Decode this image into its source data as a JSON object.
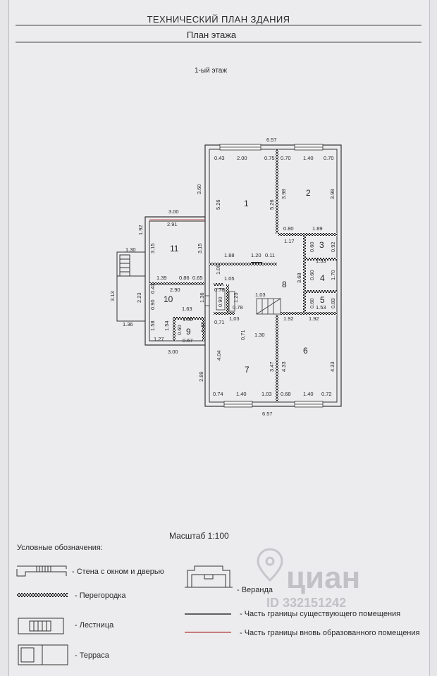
{
  "header": {
    "title": "ТЕХНИЧЕСКИЙ ПЛАН ЗДАНИЯ",
    "subtitle": "План этажа",
    "floor": "1-ый этаж"
  },
  "scale": "Масштаб 1:100",
  "legend": {
    "title": "Условные обозначения:",
    "items": {
      "wall": "- Стена с окном и дверью",
      "partition": "- Перегородка",
      "stairs": "- Лестница",
      "terrace": "- Терраса",
      "veranda": "- Веранда",
      "existing_border": "- Часть границы существующего помещения",
      "new_border": "- Часть границы вновь образованного помещения"
    }
  },
  "watermark": {
    "brand": "циан",
    "id": "ID 332151242"
  },
  "rooms": {
    "r1": "1",
    "r2": "2",
    "r3": "3",
    "r4": "4",
    "r5": "5",
    "r6": "6",
    "r7": "7",
    "r8": "8",
    "r9": "9",
    "r10": "10",
    "r11": "11"
  },
  "dims": {
    "top_total": "6.57",
    "bottom_total": "6.57",
    "top_a": "0.43",
    "top_b": "2.00",
    "top_c": "0.75",
    "top_d": "0.70",
    "top_e": "1.40",
    "top_f": "0.70",
    "left_360": "3.60",
    "r1_left": "5.26",
    "r1_right": "5.26",
    "r2_left": "3.98",
    "r2_right": "3.98",
    "r3_top_a": "0.80",
    "r3_top_b": "1.89",
    "r3_h": "0.60",
    "r3_w": "0.92",
    "r8_117": "1.17",
    "r4_w": "1.53",
    "r8_368": "3.68",
    "r4_h1": "0.60",
    "r4_h2": "1.70",
    "r5_h1": "0.60",
    "r5_w": "1.53",
    "r5_h2": "0.83",
    "r11_top": "3.00",
    "r11_in": "2.91",
    "r11_192": "1.92",
    "r11_l": "3.15",
    "r11_r": "3.15",
    "r1_bot_a": "1.88",
    "r1_bot_b": "1.20",
    "r1_bot_c": "0.11",
    "stair_w": "1.30",
    "c139": "1.39",
    "c086": "0.86",
    "c065": "0.65",
    "c100": "1.00",
    "c105": "1.05",
    "c290": "2.90",
    "c078a": "0.78",
    "c103a": "1,03",
    "c313": "3.13",
    "c223": "2.23",
    "c090": "0.90",
    "c043": "0.43",
    "c136v": "1.36",
    "c090b": "0.90",
    "c123": "1.23",
    "c078b": "0.78",
    "c163": "1.63",
    "c156": "1.56",
    "c071a": "0,71",
    "c103b": "1,03",
    "c071b": "0,71",
    "c130": "1.30",
    "c192a": "1.92",
    "c192b": "1.92",
    "c136h": "1.36",
    "c158": "1.58",
    "c154": "1.54",
    "c060": "0.60",
    "c147": "1.47",
    "c127": "1.27",
    "c067": "0.67",
    "c300b": "3.00",
    "r7_404": "4.04",
    "r7_347": "3.47",
    "r6_433a": "4.33",
    "r6_433b": "4.33",
    "c289": "2.89",
    "bot_a": "0.74",
    "bot_b": "1.40",
    "bot_c": "1.03",
    "bot_d": "0.68",
    "bot_e": "1.40",
    "bot_f": "0.72"
  }
}
